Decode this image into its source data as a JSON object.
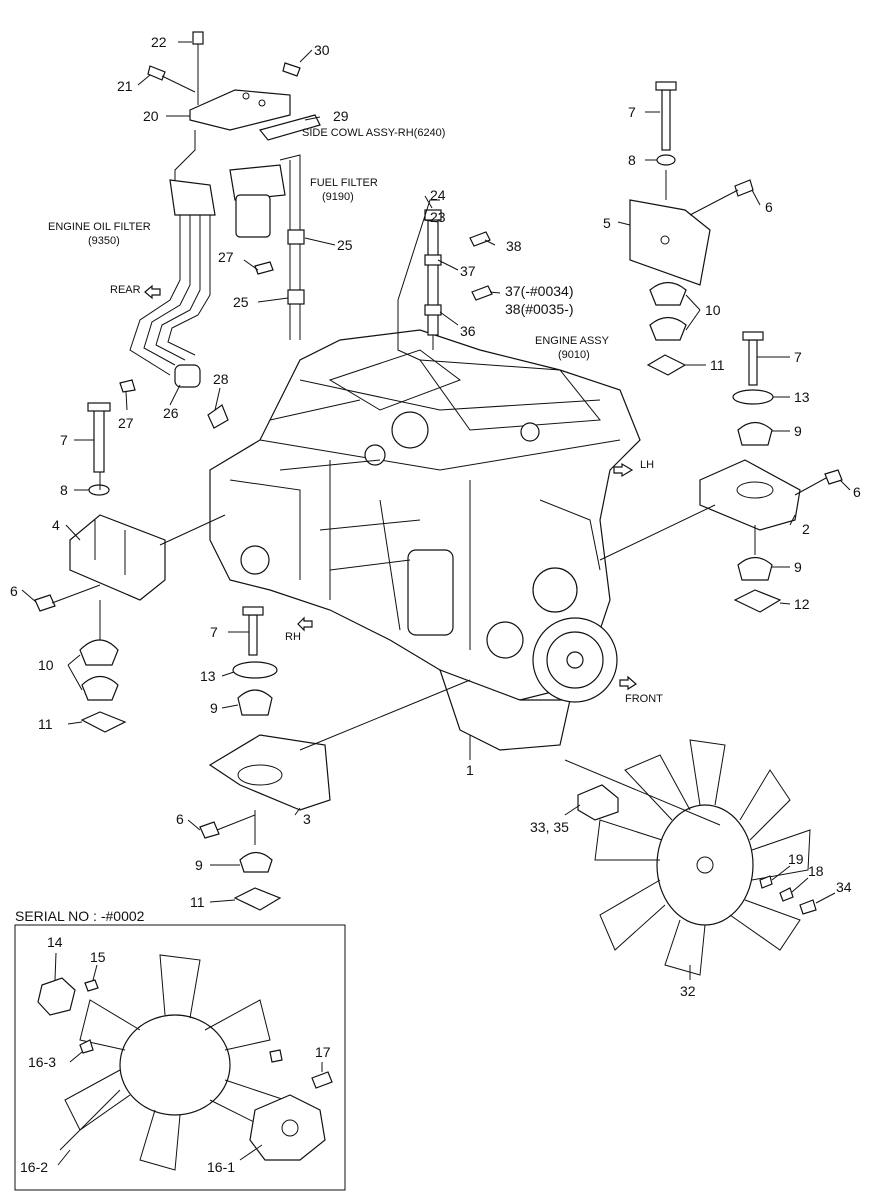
{
  "labels": {
    "side_cowl": "SIDE COWL ASSY-RH(6240)",
    "fuel_filter": "FUEL FILTER",
    "fuel_filter_code": "(9190)",
    "engine_oil_filter": "ENGINE OIL FILTER",
    "engine_oil_filter_code": "(9350)",
    "engine_assy": "ENGINE ASSY",
    "engine_assy_code": "(9010)",
    "rear": "REAR",
    "lh": "LH",
    "rh": "RH",
    "front": "FRONT",
    "serial_no": "SERIAL NO : -#0002"
  },
  "parts": {
    "p1": "1",
    "p2": "2",
    "p3": "3",
    "p4": "4",
    "p5": "5",
    "p6a": "6",
    "p6b": "6",
    "p6c": "6",
    "p6d": "6",
    "p7a": "7",
    "p7b": "7",
    "p7c": "7",
    "p7d": "7",
    "p8a": "8",
    "p8b": "8",
    "p9a": "9",
    "p9b": "9",
    "p9c": "9",
    "p9d": "9",
    "p10a": "10",
    "p10b": "10",
    "p11a": "11",
    "p11b": "11",
    "p11c": "11",
    "p12": "12",
    "p13a": "13",
    "p13b": "13",
    "p14": "14",
    "p15": "15",
    "p16_1": "16-1",
    "p16_2": "16-2",
    "p16_3": "16-3",
    "p17": "17",
    "p18": "18",
    "p19": "19",
    "p20": "20",
    "p21": "21",
    "p22": "22",
    "p23": "23",
    "p24": "24",
    "p25a": "25",
    "p25b": "25",
    "p26": "26",
    "p27a": "27",
    "p27b": "27",
    "p28": "28",
    "p29": "29",
    "p30": "30",
    "p32": "32",
    "p33_35": "33, 35",
    "p34": "34",
    "p36": "36",
    "p37": "37",
    "p37_note": "37(-#0034)",
    "p38": "38",
    "p38_note": "38(#0035-)"
  }
}
